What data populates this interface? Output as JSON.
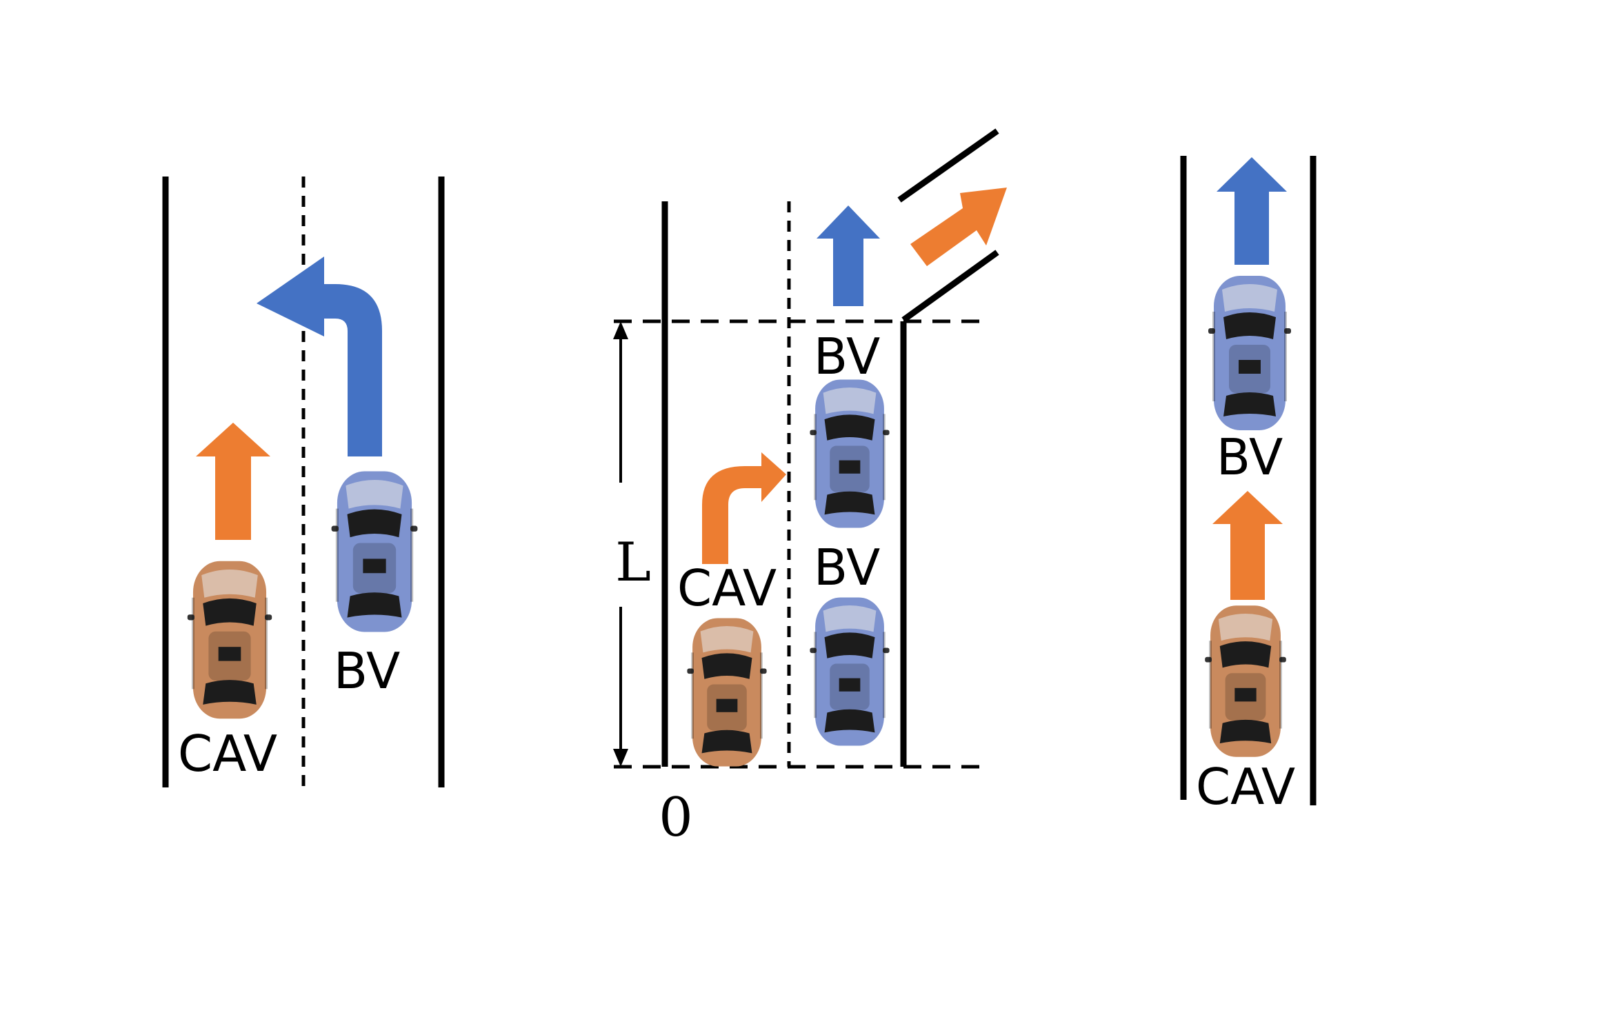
{
  "colors": {
    "cav_arrow": "#ED7D31",
    "bv_arrow": "#4472C4",
    "cav_body": "#C98A5E",
    "bv_body": "#7E93CF",
    "line": "#000000"
  },
  "panels": {
    "left": {
      "cav_label": "CAV",
      "bv_label": "BV"
    },
    "middle": {
      "bv_label_top": "BV",
      "bv_label_bottom": "BV",
      "cav_label": "CAV",
      "length_label": "L",
      "origin_label": "0"
    },
    "right": {
      "bv_label": "BV",
      "cav_label": "CAV"
    }
  },
  "icons": {
    "car": "car-top-view-icon",
    "arrow_straight": "arrow-up-icon",
    "arrow_turn_left": "arrow-turn-left-icon",
    "arrow_turn_right": "arrow-turn-right-icon",
    "arrow_diagonal": "arrow-diagonal-icon"
  }
}
